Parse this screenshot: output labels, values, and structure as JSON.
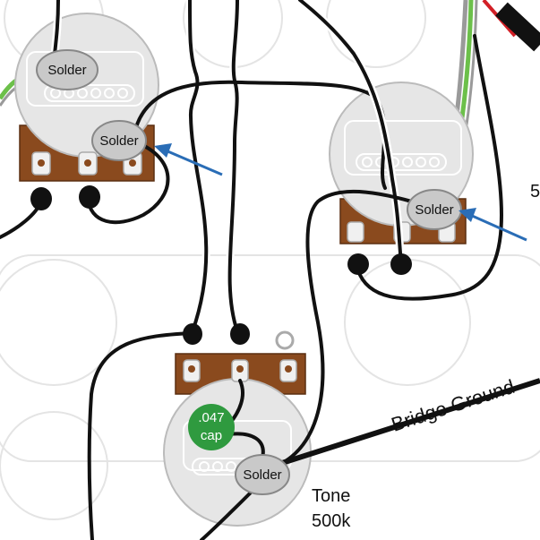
{
  "labels": {
    "solder": "Solder",
    "bridge_ground": "Bridge Ground",
    "tone_title": "Tone",
    "tone_value": "500k",
    "cap_value": ".047",
    "cap_unit": "cap",
    "edge_digit": "5"
  },
  "colors": {
    "wire": "#111111",
    "ground_lug": "#8a4a1e",
    "pot_body": "#e6e6e6",
    "cap": "#2f9a3f",
    "arrow": "#2a6db6",
    "wire_green": "#6cc04a",
    "wire_grey": "#9a9a9a",
    "wire_red": "#d21f26"
  }
}
